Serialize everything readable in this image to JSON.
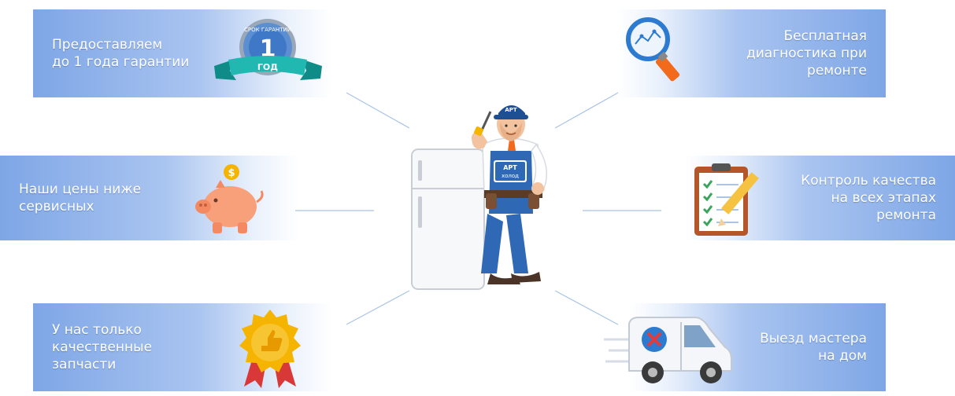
{
  "features": {
    "warranty": {
      "lines": [
        "Предоставляем",
        "до 1 года гарантии"
      ]
    },
    "diagnostics": {
      "lines": [
        "Бесплатная",
        "диагностика при",
        "ремонте"
      ]
    },
    "prices": {
      "lines": [
        "Наши цены ниже",
        "сервисных"
      ]
    },
    "quality_control": {
      "lines": [
        "Контроль качества",
        "на всех этапах",
        "ремонта"
      ]
    },
    "parts": {
      "lines": [
        "У нас только",
        "качественные",
        "запчасти"
      ]
    },
    "home_visit": {
      "lines": [
        "Выезд мастера",
        "на дом"
      ]
    }
  },
  "badge": {
    "top": "СРОК ГАРАНТИИ",
    "number": "1",
    "ribbon": "ГОД"
  },
  "mechanic": {
    "cap": "АРТ",
    "logo_top": "АРТ",
    "logo_bottom": "холод"
  },
  "colors": {
    "card": "#7ea6e6",
    "connector": "#a9c4e8",
    "orange": "#f58a3a",
    "gold": "#f5b400"
  }
}
